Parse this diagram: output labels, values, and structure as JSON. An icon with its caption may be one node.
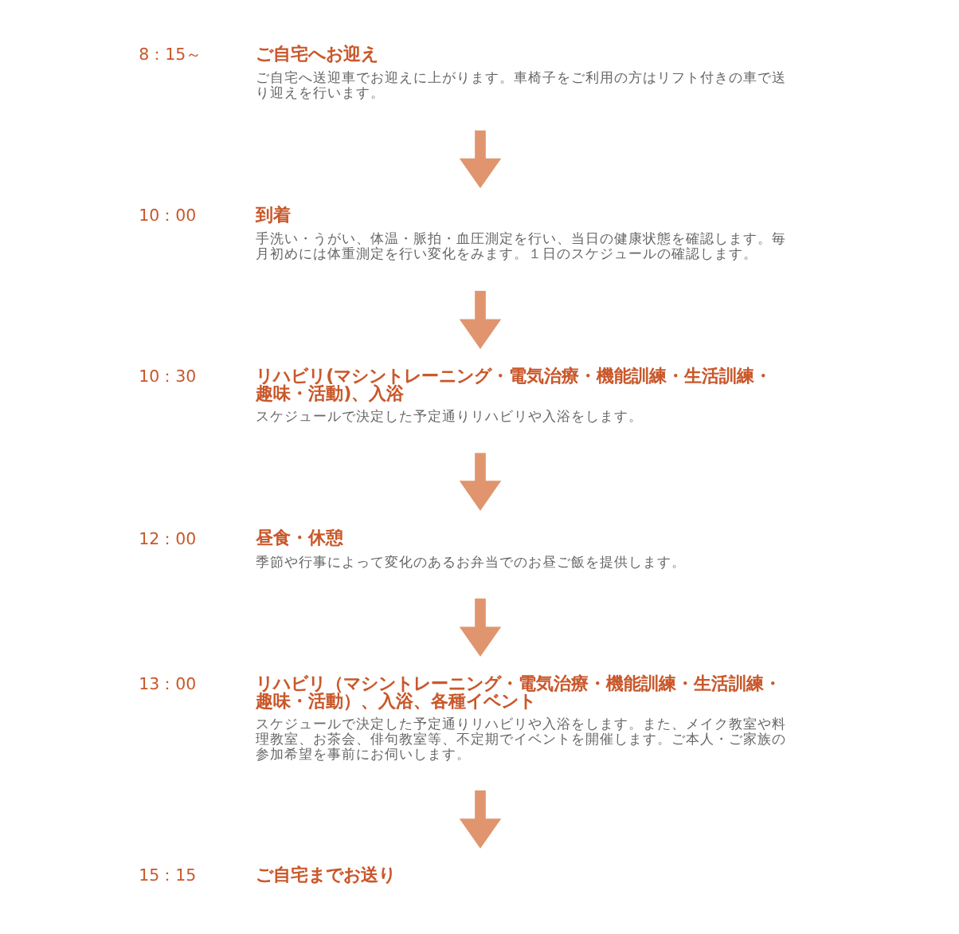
{
  "diagram": {
    "nodes": [
      {
        "text": [
          "ご自宅へお迎え",
          "ご自宅へ送迎車でお迎えに上がります。車椅子をご利用の方はリフト付きの車で送り迎えを行います。"
        ],
        "beside": [
          "8：15～"
        ]
      },
      {
        "text": [
          "到着",
          "手洗い・うがい、体温・脈拍・血圧測定を行い、当日の健康状態を確認します。毎月初めには体重測定を行い変化をみます。１日のスケジュールの確認します。"
        ],
        "beside": [
          "10：00"
        ]
      },
      {
        "text": [
          "リハビリ(マシントレーニング・電気治療・機能訓練・生活訓練・趣味・活動)、入浴",
          "スケジュールで決定した予定通りリハビリや入浴をします。"
        ],
        "beside": [
          "10：30"
        ]
      },
      {
        "text": [
          "昼食・休憩",
          "季節や行事によって変化のあるお弁当でのお昼ご飯を提供します。"
        ],
        "beside": [
          "12：00"
        ]
      },
      {
        "text": [
          "リハビリ（マシントレーニング・電気治療・機能訓練・生活訓練・趣味・活動）、入浴、各種イベント",
          "スケジュールで決定した予定通りリハビリや入浴をします。また、メイク教室や料理教室、お茶会、俳句教室等、不定期でイベントを開催します。ご本人・ご家族の参加希望を事前にお伺いします。"
        ],
        "beside": [
          "13：00"
        ]
      },
      {
        "text": [
          "ご自宅までお送り"
        ],
        "beside": [
          "15：15"
        ]
      }
    ],
    "edges": [
      {
        "from": 0,
        "to": 1,
        "arrow": "to"
      },
      {
        "from": 1,
        "to": 2,
        "arrow": "to"
      },
      {
        "from": 2,
        "to": 3,
        "arrow": "to"
      },
      {
        "from": 3,
        "to": 4,
        "arrow": "to"
      },
      {
        "from": 4,
        "to": 5,
        "arrow": "to"
      }
    ]
  }
}
